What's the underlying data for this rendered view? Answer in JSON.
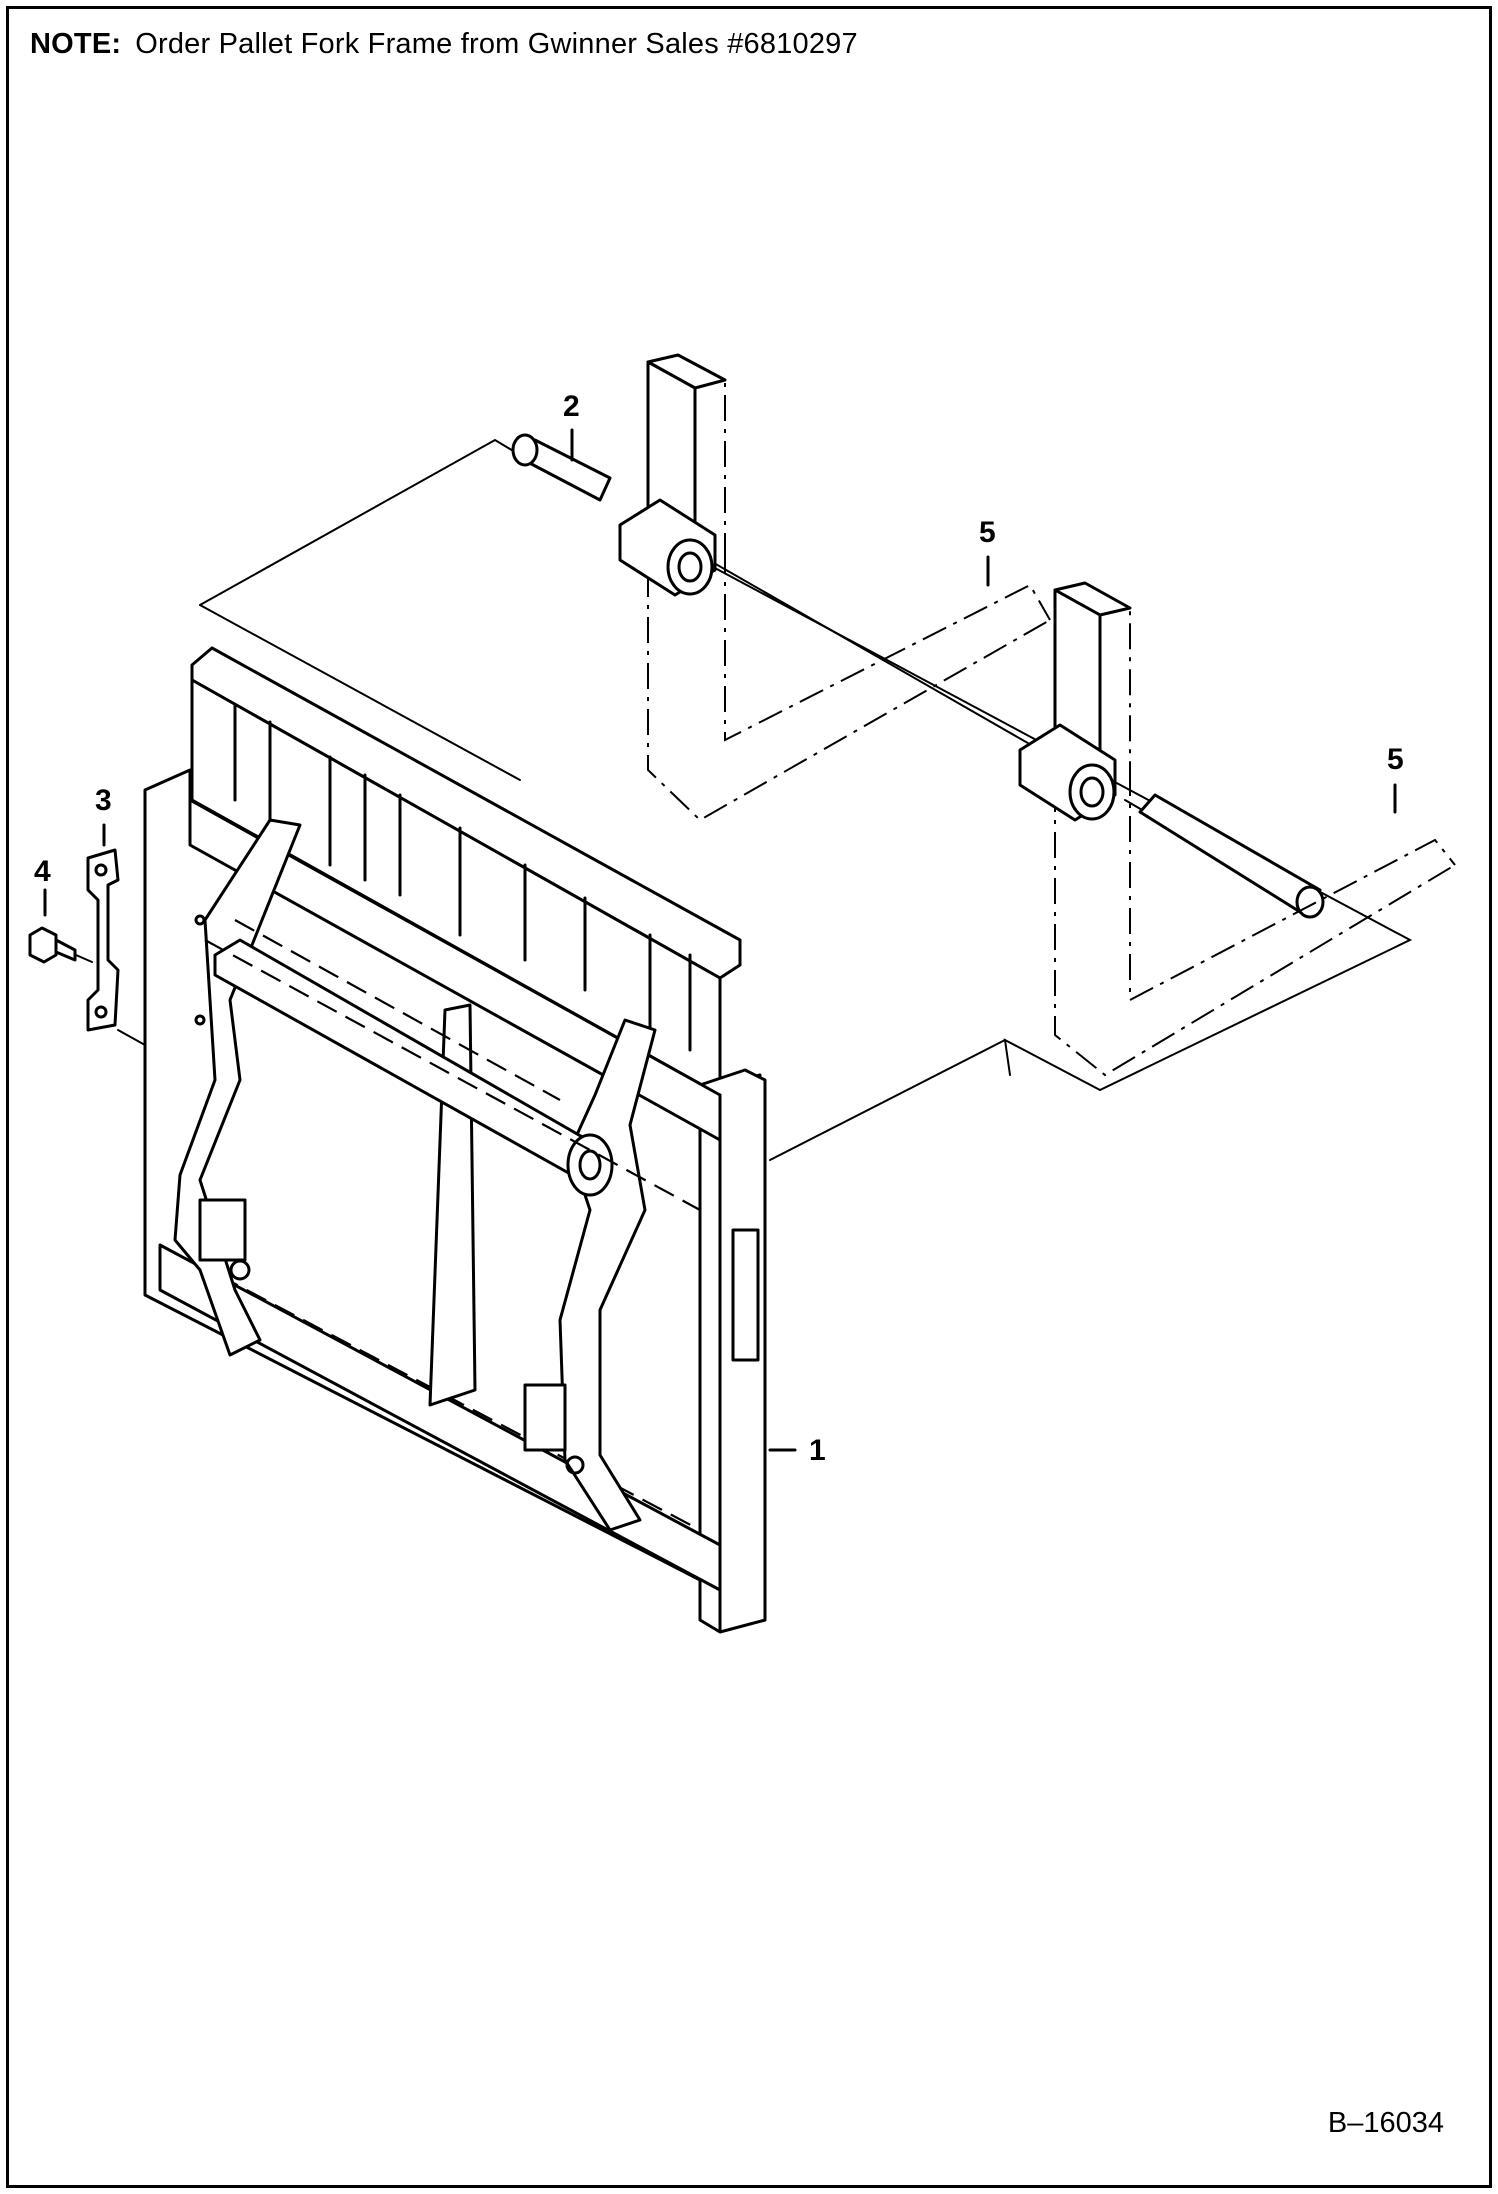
{
  "note": {
    "label": "NOTE:",
    "text": "Order Pallet Fork Frame from Gwinner Sales #6810297"
  },
  "callouts": {
    "c1": "1",
    "c2": "2",
    "c3": "3",
    "c4": "4",
    "c5a": "5",
    "c5b": "5"
  },
  "figure_id": "B–16034"
}
